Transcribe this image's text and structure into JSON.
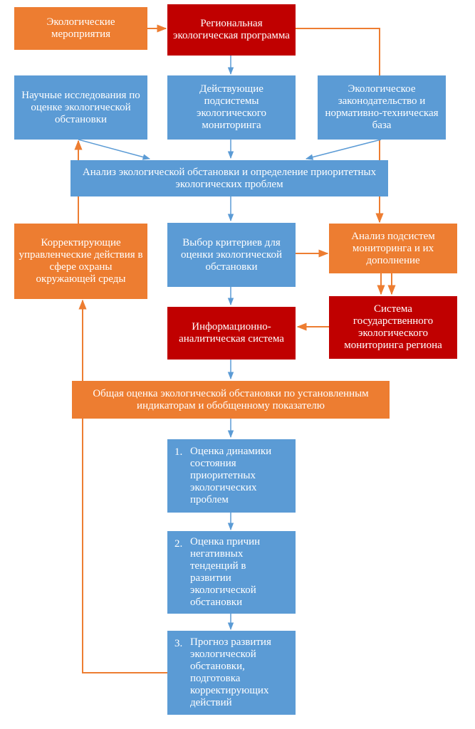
{
  "colors": {
    "blue": "#5b9bd5",
    "orange": "#ed7d31",
    "red": "#c00000",
    "line_blue": "#5b9bd5",
    "line_orange": "#ed7d31"
  },
  "boxes": {
    "eco_measures": "Экологические мероприятия",
    "regional_program": "Региональная экологическая программа",
    "research": "Научные исследования по оценке экологической обстановки",
    "monitoring_subsystems": "Действующие подсистемы экологического мониторинга",
    "legislation": "Экологическое законодательство и нормативно-техническая база",
    "analysis": "Анализ экологической обстановки и определение приоритетных экологических проблем",
    "corrective": "Корректирующие управленческие действия в сфере охраны окружающей среды",
    "criteria": "Выбор критериев для оценки экологической обстановки",
    "subsystem_analysis": "Анализ подсистем мониторинга и их дополнение",
    "info_system": "Информационно-аналитическая система",
    "state_monitoring": "Система государственного экологического мониторинга региона",
    "general_assessment": "Общая оценка экологической обстановки по установленным индикаторам и обобщенному показателю"
  },
  "steps": [
    {
      "num": "1.",
      "text": "Оценка динамики состояния приоритетных экологических проблем"
    },
    {
      "num": "2.",
      "text": "Оценка причин негативных тенденций в развитии экологической обстановки"
    },
    {
      "num": "3.",
      "text": "Прогноз развития экологической обстановки, подготовка корректирующих действий"
    }
  ]
}
